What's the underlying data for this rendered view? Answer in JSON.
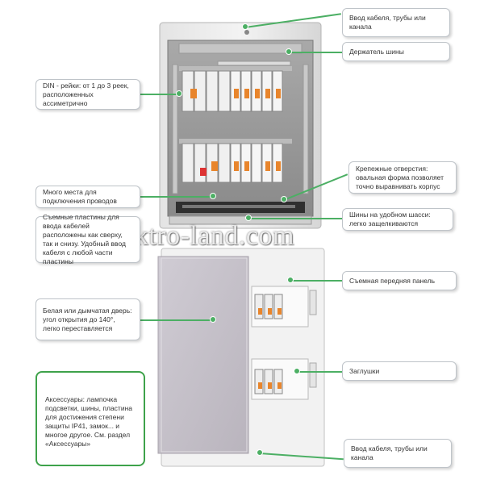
{
  "callouts": {
    "cable_entry_top": "Ввод кабеля, трубы или канала",
    "bus_holder": "Держатель шины",
    "din_rails": "DIN - рейки: от 1 до 3 реек, расположенных ассиметрично",
    "mounting_holes": "Крепежные отверстия: овальная форма позволяет точно выравнивать корпус",
    "wiring_space": "Много места для подключения проводов",
    "bus_chassis": "Шины на удобном шасси: легко защелкиваются",
    "removable_plates": "Съемные пластины для ввода кабелей расположены как сверху, так и снизу. Удобный ввод кабеля с любой части пластины",
    "front_panel": "Съемная передняя панель",
    "door": "Белая или дымчатая дверь: угол открытия до 140°, легко переставляется",
    "blanks": "Заглушки",
    "accessories": "Аксессуары: лампочка подсветки, шины, пластина для достижения степени защиты IP41, замок... и многое другое. См. раздел «Аксессуары»",
    "cable_entry_bottom": "Ввод кабеля, трубы или канала"
  },
  "watermark": "Elektro-land.com",
  "colors": {
    "accent_green": "#4caf64",
    "breaker_orange": "#e8852c",
    "border_green": "#3ea24a"
  }
}
